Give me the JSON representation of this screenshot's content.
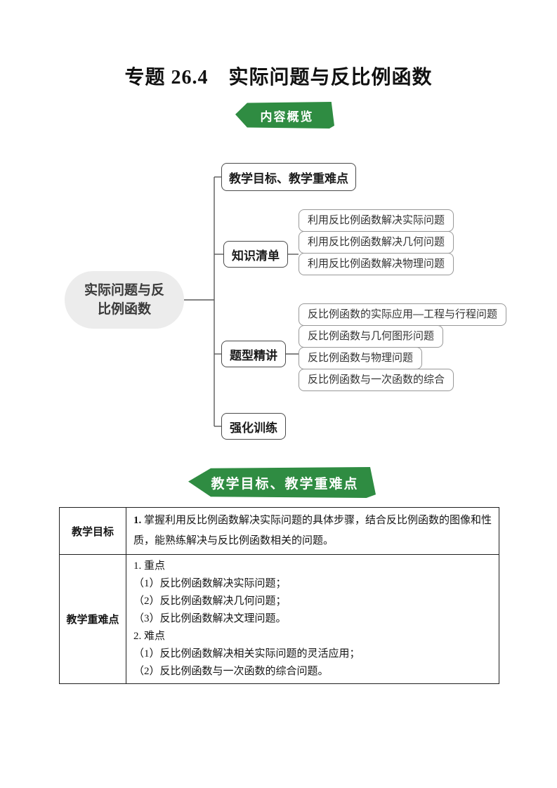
{
  "colors": {
    "badge_green": "#2f8c42",
    "root_fill": "#ececec",
    "node_border": "#4a4a4a",
    "child_border": "#989898"
  },
  "title": "专题 26.4　实际问题与反比例函数",
  "badges": {
    "overview": "内容概览",
    "objectives": "教学目标、教学重难点"
  },
  "mindmap": {
    "root": {
      "label": "实际问题与反比例函数",
      "line1": "实际问题与反",
      "line2": "比例函数"
    },
    "branches": [
      {
        "label": "教学目标、教学重难点",
        "children": []
      },
      {
        "label": "知识清单",
        "children": [
          "利用反比例函数解决实际问题",
          "利用反比例函数解决几何问题",
          "利用反比例函数解决物理问题"
        ]
      },
      {
        "label": "题型精讲",
        "children": [
          "反比例函数的实际应用—工程与行程问题",
          "反比例函数与几何图形问题",
          "反比例函数与物理问题",
          "反比例函数与一次函数的综合"
        ]
      },
      {
        "label": "强化训练",
        "children": []
      }
    ]
  },
  "table": {
    "rows": [
      {
        "header": "教学目标",
        "prefix": "1.",
        "text": " 掌握利用反比例函数解决实际问题的具体步骤，结合反比例函数的图像和性质，能熟练解决与反比例函数相关的问题。"
      },
      {
        "header": "教学重难点",
        "lines": [
          "1. 重点",
          "（1）反比例函数解决实际问题；",
          "（2）反比例函数解决几何问题；",
          "（3）反比例函数解决文理问题。",
          "2. 难点",
          "（1）反比例函数解决相关实际问题的灵活应用；",
          "（2）反比例函数与一次函数的综合问题。"
        ]
      }
    ]
  }
}
